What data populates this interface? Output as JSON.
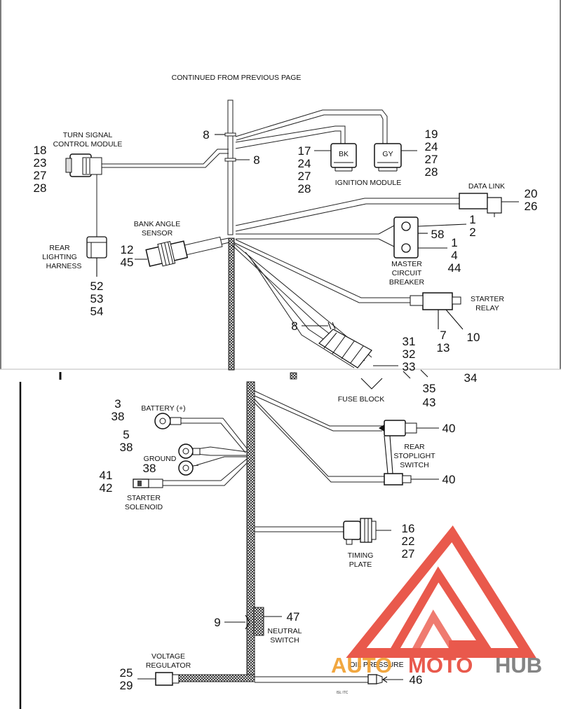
{
  "labels": {
    "continued": "CONTINUED FROM PREVIOUS PAGE",
    "turn_signal_1": "TURN SIGNAL",
    "turn_signal_2": "CONTROL MODULE",
    "ignition_module": "IGNITION MODULE",
    "bk": "BK",
    "gy": "GY",
    "data_link": "DATA LINK",
    "bank_angle_1": "BANK ANGLE",
    "bank_angle_2": "SENSOR",
    "rear_lighting_1": "REAR",
    "rear_lighting_2": "LIGHTING",
    "rear_lighting_3": "HARNESS",
    "master_1": "MASTER",
    "master_2": "CIRCUIT",
    "master_3": "BREAKER",
    "starter_relay_1": "STARTER",
    "starter_relay_2": "RELAY",
    "fuse_block": "FUSE BLOCK",
    "battery": "BATTERY (+)",
    "ground": "GROUND",
    "starter_solenoid_1": "STARTER",
    "starter_solenoid_2": "SOLENOID",
    "rear_stoplight_1": "REAR",
    "rear_stoplight_2": "STOPLIGHT",
    "rear_stoplight_3": "SWITCH",
    "timing_1": "TIMING",
    "timing_2": "PLATE",
    "neutral_1": "NEUTRAL",
    "neutral_2": "SWITCH",
    "voltage_1": "VOLTAGE",
    "voltage_2": "REGULATOR",
    "oil_pressure": "OIL PRESSURE",
    "tiny_code": "ISL ITC"
  },
  "callouts": {
    "c8a": "8",
    "c8b": "8",
    "c8c": "8",
    "c18": "18",
    "c23": "23",
    "c27a": "27",
    "c28a": "28",
    "c17": "17",
    "c24a": "24",
    "c27b": "27",
    "c28b": "28",
    "c19": "19",
    "c24b": "24",
    "c27c": "27",
    "c28c": "28",
    "c20": "20",
    "c26": "26",
    "c1a": "1",
    "c2": "2",
    "c58": "58",
    "c1b": "1",
    "c4": "4",
    "c44": "44",
    "c12": "12",
    "c45": "45",
    "c52": "52",
    "c53": "53",
    "c54": "54",
    "c7": "7",
    "c13": "13",
    "c10": "10",
    "c31": "31",
    "c32": "32",
    "c33": "33",
    "c34": "34",
    "c35": "35",
    "c43": "43",
    "c3": "3",
    "c38a": "38",
    "c5": "5",
    "c38b": "38",
    "c38c": "38",
    "c41": "41",
    "c42": "42",
    "c40a": "40",
    "c40b": "40",
    "c16": "16",
    "c22": "22",
    "c27d": "27",
    "c9": "9",
    "c47": "47",
    "c25": "25",
    "c29": "29",
    "c46": "46"
  },
  "watermark": {
    "part1": "AUTO",
    "part2": "MOTO",
    "part3": "HUB",
    "color_red": "#e84c3d",
    "color_orange": "#f0a030",
    "color_gray": "#7a7a7a"
  }
}
